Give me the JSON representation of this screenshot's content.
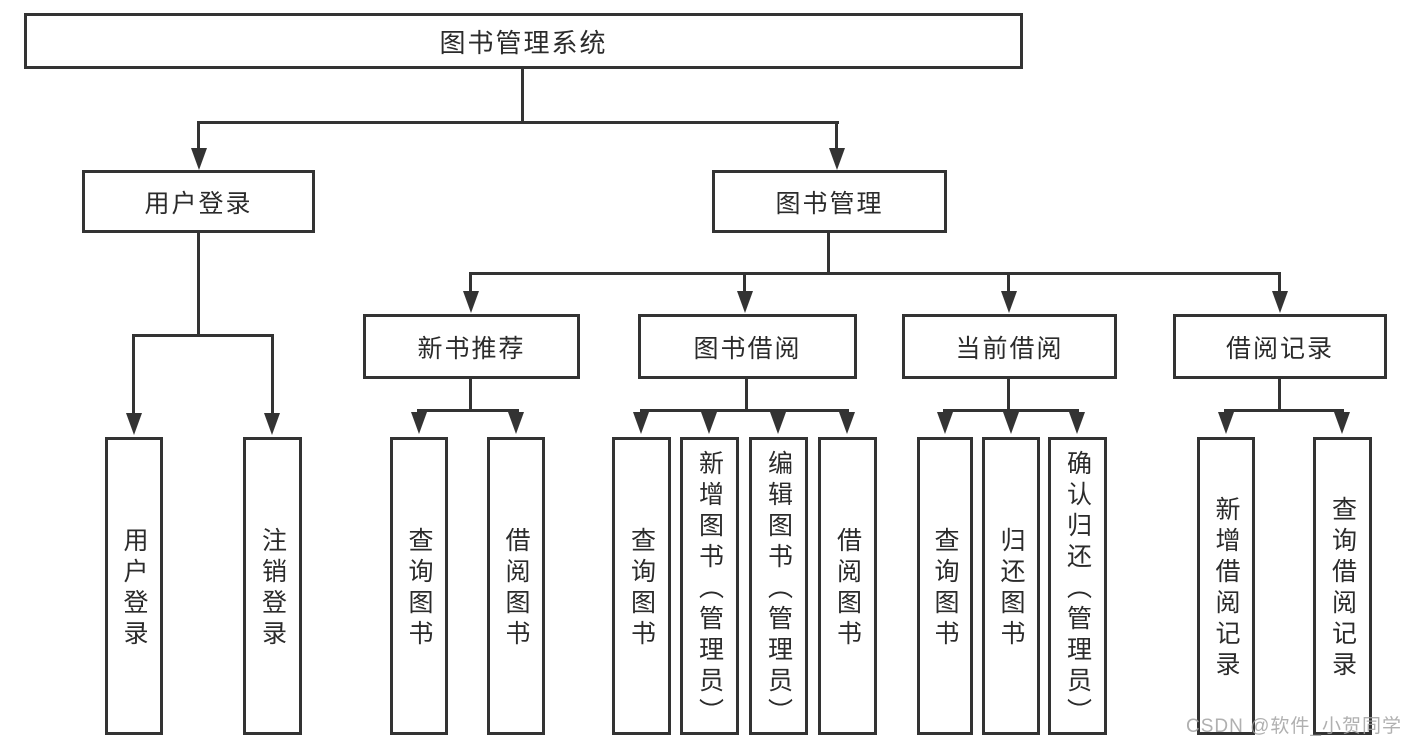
{
  "title": "图书管理系统",
  "tree": {
    "label": "图书管理系统",
    "children": [
      {
        "label": "用户登录",
        "children": [
          {
            "label": "用户登录"
          },
          {
            "label": "注销登录"
          }
        ]
      },
      {
        "label": "图书管理",
        "children": [
          {
            "label": "新书推荐",
            "children": [
              {
                "label": "查询图书"
              },
              {
                "label": "借阅图书"
              }
            ]
          },
          {
            "label": "图书借阅",
            "children": [
              {
                "label": "查询图书"
              },
              {
                "label": "新增图书（管理员）"
              },
              {
                "label": "编辑图书（管理员）"
              },
              {
                "label": "借阅图书"
              }
            ]
          },
          {
            "label": "当前借阅",
            "children": [
              {
                "label": "查询图书"
              },
              {
                "label": "归还图书"
              },
              {
                "label": "确认归还（管理员）"
              }
            ]
          },
          {
            "label": "借阅记录",
            "children": [
              {
                "label": "新增借阅记录"
              },
              {
                "label": "查询借阅记录"
              }
            ]
          }
        ]
      }
    ]
  },
  "watermark": "CSDN @软件_小贺同学",
  "colors": {
    "line": "#333333",
    "text": "#2b2b2b",
    "watermark": "#a2a2a2",
    "background": "#ffffff"
  }
}
